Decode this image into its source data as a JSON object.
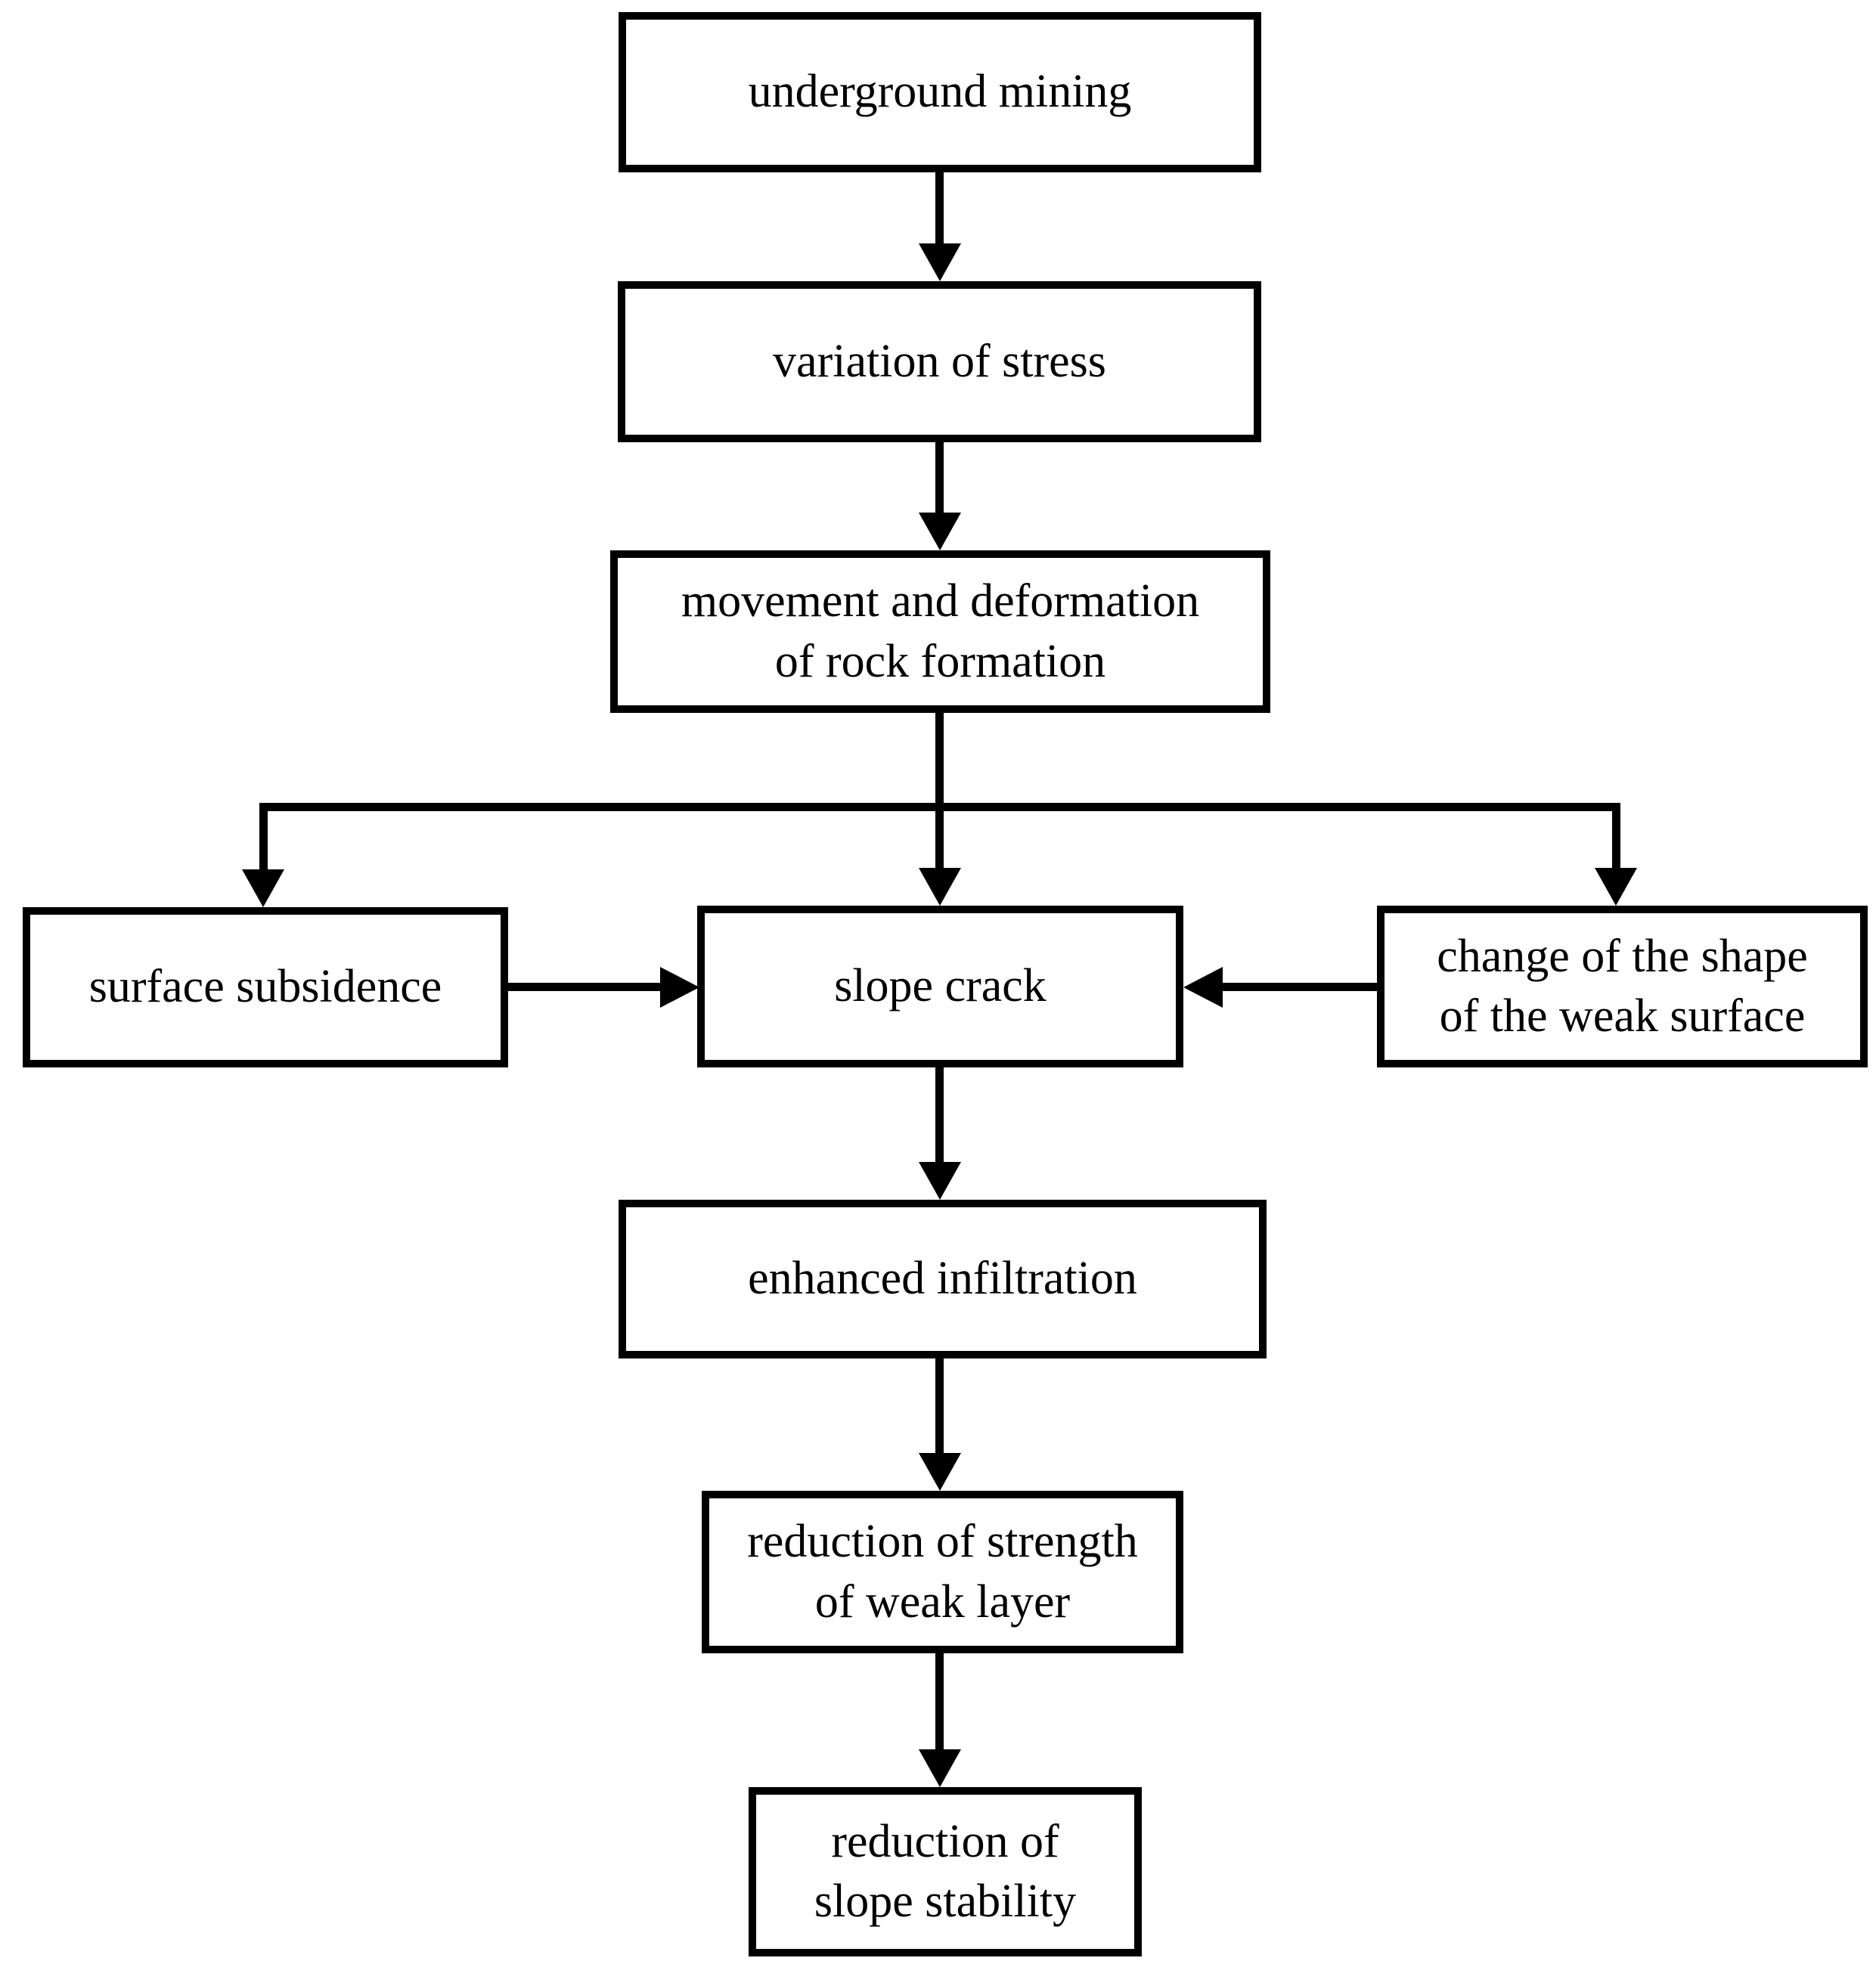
{
  "diagram": {
    "type": "flowchart",
    "background_color": "#ffffff",
    "line_color": "#000000",
    "text_color": "#000000",
    "nodes": {
      "underground_mining": {
        "label": "underground mining"
      },
      "variation_of_stress": {
        "label": "variation of stress"
      },
      "movement_deformation": {
        "label": "movement and deformation\nof rock formation"
      },
      "surface_subsidence": {
        "label": "surface subsidence"
      },
      "slope_crack": {
        "label": "slope crack"
      },
      "change_of_shape": {
        "label": "change of the shape\nof the weak surface"
      },
      "enhanced_infiltration": {
        "label": "enhanced infiltration"
      },
      "reduction_strength": {
        "label": "reduction of strength\nof weak layer"
      },
      "reduction_stability": {
        "label": "reduction of\nslope stability"
      }
    },
    "edges": [
      {
        "from": "underground mining",
        "to": "variation of stress"
      },
      {
        "from": "variation of stress",
        "to": "movement and deformation of rock formation"
      },
      {
        "from": "movement and deformation of rock formation",
        "to": "surface subsidence"
      },
      {
        "from": "movement and deformation of rock formation",
        "to": "slope crack"
      },
      {
        "from": "movement and deformation of rock formation",
        "to": "change of the shape of the weak surface"
      },
      {
        "from": "surface subsidence",
        "to": "slope crack"
      },
      {
        "from": "change of the shape of the weak surface",
        "to": "slope crack"
      },
      {
        "from": "slope crack",
        "to": "enhanced infiltration"
      },
      {
        "from": "enhanced infiltration",
        "to": "reduction of strength of weak layer"
      },
      {
        "from": "reduction of strength of weak layer",
        "to": "reduction of slope stability"
      }
    ]
  }
}
